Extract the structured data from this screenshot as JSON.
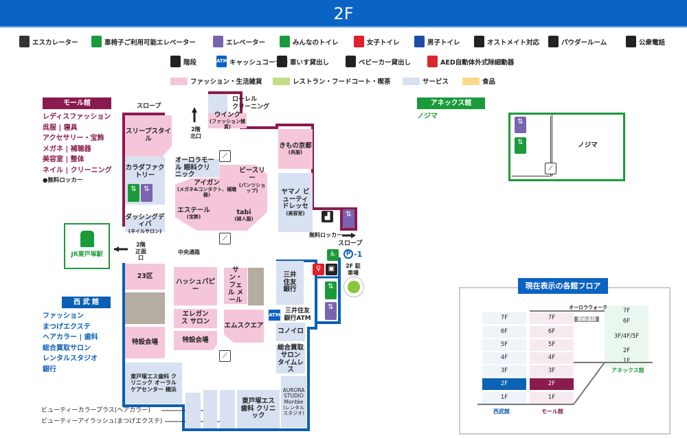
{
  "header": {
    "title": "2F"
  },
  "legend": {
    "row1": [
      {
        "icon": "escalator-icon",
        "label": "エスカレーター",
        "color": "#333"
      },
      {
        "icon": "accessible-elevator-icon",
        "label": "車椅子ご利用可能エレベーター",
        "color": "#1a9a3a"
      },
      {
        "icon": "elevator-icon",
        "label": "エレベーター",
        "color": "#7a64b0"
      },
      {
        "icon": "all-gender-toilet-icon",
        "label": "みんなのトイレ",
        "color": "#1a9a3a"
      },
      {
        "icon": "women-toilet-icon",
        "label": "女子トイレ",
        "color": "#e0202a"
      },
      {
        "icon": "men-toilet-icon",
        "label": "男子トイレ",
        "color": "#1f4aa8"
      },
      {
        "icon": "ostomate-icon",
        "label": "オストメイト対応",
        "color": "#222"
      },
      {
        "icon": "powder-room-icon",
        "label": "パウダールーム",
        "color": "#222"
      },
      {
        "icon": "public-phone-icon",
        "label": "公衆電話",
        "color": "#222"
      }
    ],
    "row2": [
      {
        "icon": "stairs-icon",
        "label": "階段",
        "color": "#222"
      },
      {
        "icon": "atm-icon",
        "label": "キャッシュコーナー",
        "color": "#0b63c3",
        "text": "ATM"
      },
      {
        "icon": "wheelchair-rental-icon",
        "label": "車いす貸出し",
        "color": "#222"
      },
      {
        "icon": "stroller-rental-icon",
        "label": "ベビーカー貸出し",
        "color": "#222"
      },
      {
        "icon": "aed-icon",
        "label": "AED自動体外式除細動器",
        "color": "#d9262f"
      }
    ],
    "categories": [
      {
        "label": "ファッション・生活雑貨",
        "color": "#f5c6d9"
      },
      {
        "label": "レストラン・フードコート・喫茶",
        "color": "#c3dd86"
      },
      {
        "label": "サービス",
        "color": "#d7e1f1"
      },
      {
        "label": "食品",
        "color": "#fbd98a"
      }
    ]
  },
  "mall": {
    "title": "モール館",
    "items": [
      "レディスファッション",
      "呉服 | 寝具",
      "アクセサリー・宝飾",
      "メガネ | 補聴器",
      "美容室 | 整体",
      "ネイル | クリーニング"
    ],
    "locker": "●無料ロッカー"
  },
  "seibu": {
    "title": "西 武 館",
    "items": [
      "ファッション",
      "まつげエクステ",
      "ヘアカラー | 歯科",
      "総合買取サロン",
      "レンタルスタジオ",
      "銀行"
    ]
  },
  "jr": {
    "label": "JR東戸塚駅"
  },
  "annex": {
    "title": "アネックス館",
    "items": [
      "ノジマ"
    ],
    "shop": "ノジマ"
  },
  "shops": {
    "sleep": "スリープスタイル",
    "karada": "カラダファクトリー",
    "dashing": "ダッシングディバ",
    "dashing_sub": "(ネイルサロン)",
    "laurel": "ローレル",
    "laurel2": "クリーニング",
    "wink": "ウインク",
    "wink_sub": "(ファッション雑貨)",
    "kimono": "きもの京都",
    "kimono_sub": "(呉服)",
    "yamano": "ヤマノ ビューティ ドレッセ",
    "yamano_sub": "(美容室)",
    "clinic": "オーロラモール 眼科クリニック",
    "aigan": "アイガン",
    "aigan_sub": "(メガネ&コンタクト、補聴器)",
    "b3": "ビースリー",
    "b3_sub": "(パンツショップ)",
    "estaile": "エステール",
    "estaile_sub": "(宝飾)",
    "tabi": "tabi",
    "tabi_sub": "(婦人服)",
    "ku23": "23区",
    "special1": "特設会場",
    "hush": "ハッシュパピー",
    "elegance": "エレガンス サロン",
    "special2": "特設会場",
    "sun": "サン・ フェル メール",
    "msquare": "エムスクエア",
    "smbc": "三井住友 銀行",
    "smbc_atm": "三井住友 銀行ATM",
    "konoiro": "コノイロ",
    "kaitori": "総合買取 サロン タイムレス",
    "dental1": "東戸塚エス歯科 クリニック オーラルケアセンター 横浜",
    "dental2": "東戸塚エス歯科 クリニック",
    "aurora": "AURORA STUDIO Montée",
    "aurora_sub": "(レンタル スタジオ)"
  },
  "labels": {
    "slope_top": "スロープ",
    "north": "2階 北口",
    "front": "2階 正面口",
    "central": "中央通路",
    "locker": "無料ロッカー",
    "slope_right": "スロープ",
    "parking": "P",
    "parking_num": "-1",
    "parking_label": "2F 駐車場",
    "callout1": "ビューティーカラープラス(ヘアカラー)",
    "callout2": "ビューティーアイラッシュ(まつげエクステ)"
  },
  "floors": {
    "title": "現在表示の各館フロア",
    "seibu_label": "西武館",
    "mall_label": "モール館",
    "annex_label": "アネックス館",
    "walk": "オーロラウォーク",
    "connector": "連絡通路",
    "seibu": [
      "7F",
      "6F",
      "5F",
      "4F",
      "3F",
      "2F",
      "1F"
    ],
    "mall": [
      "7F",
      "6F",
      "5F",
      "4F",
      "3F",
      "2F",
      "1F"
    ],
    "annex": [
      "7F",
      "6F",
      "3F/4F/5F",
      "2F",
      "1F"
    ],
    "current": "2F"
  },
  "colors": {
    "header": "#0b63c3",
    "mall": "#8b1a4e",
    "seibu": "#0b5fb4",
    "annex": "#1a9a3a"
  }
}
